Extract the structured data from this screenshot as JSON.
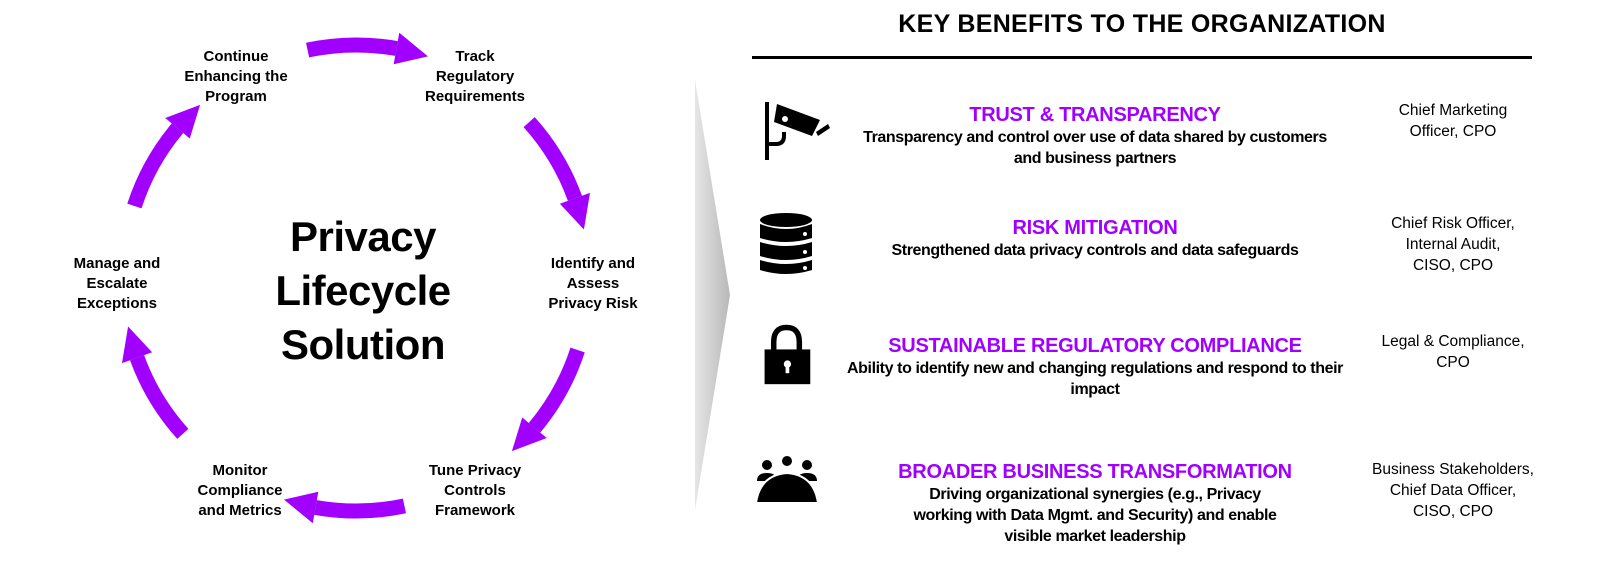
{
  "colors": {
    "accent": "#a100ff",
    "text": "#000000",
    "chevron": "#c8c8c8"
  },
  "cycle": {
    "center_title": "Privacy\nLifecycle\nSolution",
    "steps": [
      {
        "label": "Track\nRegulatory\nRequirements"
      },
      {
        "label": "Identify and\nAssess\nPrivacy Risk"
      },
      {
        "label": "Tune Privacy\nControls\nFramework"
      },
      {
        "label": "Monitor\nCompliance\nand Metrics"
      },
      {
        "label": "Manage and\nEscalate\nExceptions"
      },
      {
        "label": "Continue\nEnhancing the\nProgram"
      }
    ]
  },
  "benefits": {
    "title": "KEY BENEFITS TO THE ORGANIZATION",
    "items": [
      {
        "icon": "security-camera-icon",
        "heading": "TRUST & TRANSPARENCY",
        "description": "Transparency and control over use of data shared by customers and business partners",
        "owners": "Chief Marketing\nOfficer, CPO"
      },
      {
        "icon": "database-icon",
        "heading": "RISK MITIGATION",
        "description": "Strengthened data privacy controls and data safeguards",
        "owners": "Chief Risk Officer,\nInternal Audit,\nCISO, CPO"
      },
      {
        "icon": "lock-icon",
        "heading": "SUSTAINABLE REGULATORY COMPLIANCE",
        "description": "Ability to identify new and changing regulations and respond to their impact",
        "owners": "Legal & Compliance,\nCPO"
      },
      {
        "icon": "people-group-icon",
        "heading": "BROADER BUSINESS TRANSFORMATION",
        "description": "Driving organizational synergies (e.g., Privacy working with Data Mgmt. and Security) and enable visible market leadership",
        "owners": "Business Stakeholders,\nChief Data Officer,\nCISO, CPO"
      }
    ]
  }
}
